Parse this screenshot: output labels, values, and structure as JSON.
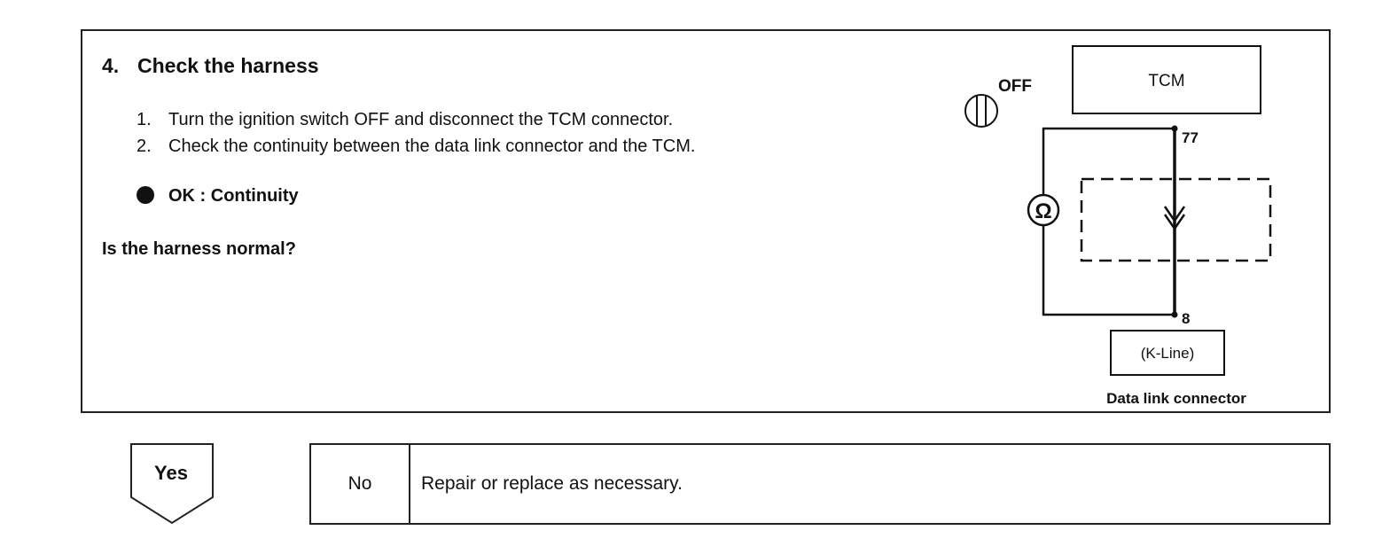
{
  "step": {
    "number": "4.",
    "title": "Check the harness",
    "instructions": [
      {
        "n": "1.",
        "text": "Turn the ignition switch OFF and disconnect the TCM connector."
      },
      {
        "n": "2.",
        "text": "Check the continuity between the data link connector and the TCM."
      }
    ],
    "criteria": "OK : Continuity",
    "question": "Is the harness normal?"
  },
  "diagram": {
    "ignition_label": "OFF",
    "tcm_label": "TCM",
    "pin_top": "77",
    "pin_bottom": "8",
    "meter_symbol": "Ω",
    "kline_label": "(K-Line)",
    "dlc_label": "Data link connector"
  },
  "answers": {
    "yes_label": "Yes",
    "no_label": "No",
    "no_action": "Repair or replace as necessary."
  }
}
